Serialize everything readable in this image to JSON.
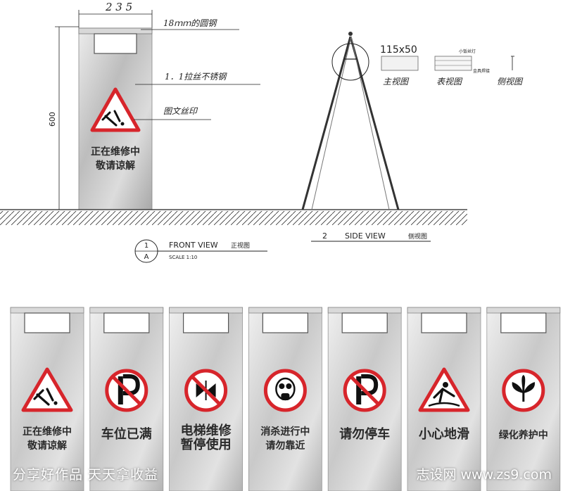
{
  "drawing": {
    "dim_width": "2 3 5",
    "dim_height": "600",
    "callout_tube": "18ｍｍ的圆钢",
    "callout_panel": "1．1拉丝不锈钢",
    "callout_print": "图文丝印",
    "main_sign_line1": "正在维修中",
    "main_sign_line2": "敬请谅解",
    "front_label_num": "1",
    "front_label_letter": "A",
    "front_view_title": "FRONT VIEW",
    "front_view_cn": "正视图",
    "front_scale": "SCALE 1:10",
    "side_label_num": "2",
    "side_view_title": "SIDE VIEW",
    "side_view_cn": "侧视图",
    "detail_size": "115x50",
    "detail_small_note_top": "小饭丝灯",
    "detail_small_note_bottom": "金具焊接",
    "detail_main_view": "主视图",
    "detail_top_view": "表视图",
    "detail_side_view": "侧视图"
  },
  "signs": [
    {
      "icon": "construction-warning-icon",
      "line1": "正在维修中",
      "line2": "敬请谅解"
    },
    {
      "icon": "no-parking-icon",
      "line1": "车位已满",
      "line2": ""
    },
    {
      "icon": "elevator-no-use-icon",
      "line1": "电梯维修",
      "line2": "暂停使用"
    },
    {
      "icon": "gas-mask-icon",
      "line1": "消杀进行中",
      "line2": "请勿靠近"
    },
    {
      "icon": "no-parking-icon",
      "line1": "请勿停车",
      "line2": ""
    },
    {
      "icon": "slippery-floor-icon",
      "line1": "小心地滑",
      "line2": ""
    },
    {
      "icon": "plant-care-icon",
      "line1": "绿化养护中",
      "line2": ""
    }
  ],
  "footer": {
    "watermark_left": "分享好作品 天天拿收益",
    "watermark_right": "志设网 www.zs9.com"
  },
  "colors": {
    "sign_red": "#d7252b",
    "steel_light": "#e6e6e6",
    "steel_dark": "#a9a9a9"
  }
}
